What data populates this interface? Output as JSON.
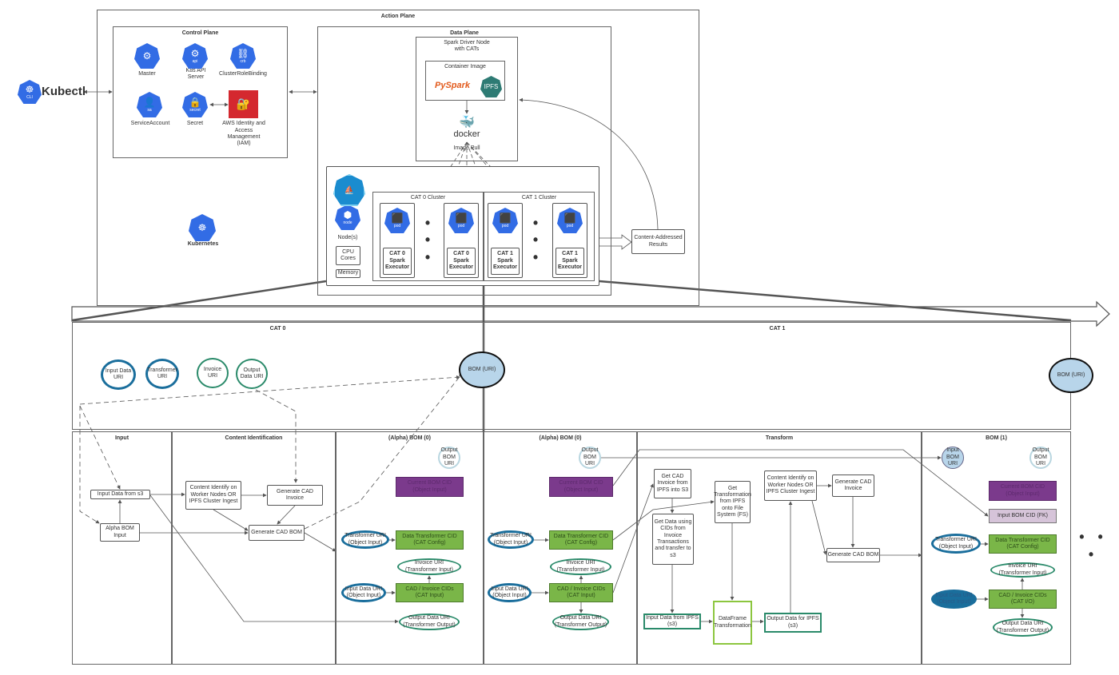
{
  "labels": {
    "kubectl": "Kubectl",
    "kubectl_badge": "CLI",
    "action_plane": "Action Plane",
    "control_plane": "Control Plane",
    "master": "Master",
    "api_server": "K8s API Server",
    "api_badge": "api",
    "crb": "ClusterRoleBinding",
    "crb_badge": "crb",
    "service_account": "ServiceAccount",
    "sa_badge": "sa",
    "secret": "Secret",
    "secret_badge": "secret",
    "iam": "AWS Identity and\nAccess\nManagement\n(IAM)",
    "kubernetes": "Kubernetes",
    "data_plane": "Data Plane",
    "spark_driver": "Spark Driver Node\nwith CATs",
    "container_image": "Container Image",
    "pyspark": "PySpark",
    "ipfs": "IPFS",
    "docker": "docker",
    "image_pull": "Image Pull",
    "nodes": "Node(s)",
    "node_badge": "node",
    "pod_badge": "pod",
    "cpu_cores": "CPU\nCores",
    "memory": "Memory",
    "cat0_cluster": "CAT 0  Cluster",
    "cat1_cluster": "CAT 1 Cluster",
    "exec_a": "CAT 0\nSpark\nExecutor",
    "exec_b": "CAT 0\nSpark\nExecutor",
    "exec_c": "CAT 1\nSpark\nExecutor",
    "exec_d": "CAT 1\nSpark\nExecutor",
    "content_addressed_results": "Content-Addressed\nResults",
    "cat0": "CAT 0",
    "cat1": "CAT 1",
    "c_input_data_uri": "Input Data\nURI",
    "c_transformer_uri": "Transformer\nURI",
    "c_invoice_uri": "Invoice URI",
    "c_output_data_uri": "Output\nData URI",
    "bom_uri_0": "BOM (URI)",
    "bom_uri_1": "BOM (URI)",
    "lane_input": "Input",
    "lane_content_id": "Content Identification",
    "lane_alpha_bom_a": "(Alpha) BOM (0)",
    "lane_alpha_bom_b": "(Alpha) BOM (0)",
    "lane_transform": "Transform",
    "lane_bom1": "BOM (1)",
    "input_from_s3": "Input Data from s3",
    "alpha_bom_input": "Alpha BOM\nInput",
    "content_identify_1": "Content Identify on\nWorker Nodes OR\nIPFS Cluster Ingest",
    "gen_cad_invoice_1": "Generate CAD\nInvoice",
    "gen_cad_bom_1": "Generate CAD BOM",
    "a_output_bom_uri": "Output\nBOM\nURI",
    "a_current_bom_cid": "Current BOM CID\n(Object Input)",
    "a_transformer_uri": "Transformer URI\n(Object Input)",
    "a_data_transformer_cid": "Data Transformer CID\n(CAT Config)",
    "a_invoice_uri": "Invoice URI\n(Transformer Input)",
    "a_input_data_uri": "Input Data URI\n(Object Input)",
    "a_cad_invoice_cids": "CAD / Invoice CIDs\n(CAT Input)",
    "a_output_data_uri": "Output Data URI\n(Transformer Output)",
    "b_output_bom_uri": "Output\nBOM\nURI",
    "b_current_bom_cid": "Current BOM CID\n(Object Input)",
    "b_transformer_uri": "Transformer URI\n(Object Input)",
    "b_data_transformer_cid": "Data Transformer CID\n(CAT Config)",
    "b_invoice_uri": "Invoice URI\n(Transformer Input)",
    "b_input_data_uri": "Input Data URI\n(Object Input)",
    "b_cad_invoice_cids": "CAD / Invoice CIDs\n(CAT Input)",
    "b_output_data_uri": "Output Data URI\n(Transformer Output)",
    "get_cad_invoice": "Get CAD\nInvoice from\nIPFS into S3",
    "get_data_cids": "Get Data using\nCIDs from\nInvoice\nTransactions\nand transfer to\ns3",
    "get_transformation": "Get\nTransformation\nfrom IPFS\nonto File\nSystem (FS)",
    "content_identify_2": "Content Identify on\nWorker Nodes OR\nIPFS Cluster Ingest",
    "gen_cad_invoice_2": "Generate CAD\nInvoice",
    "gen_cad_bom_2": "Generate CAD BOM",
    "input_from_ipfs": "Input Data from IPFS\n(s3)",
    "dataframe_transformation": "DataFrame\nTransformation",
    "output_for_ipfs": "Output Data for IPFS\n(s3)",
    "c_input_bom_uri": "Input\nBOM\nURI",
    "c_output_bom_uri": "Output\nBOM\nURI",
    "c_current_bom_cid": "Current BOM CID\n(Object Input)",
    "c_input_bom_cid_fk": "Input BOM CID (FK)",
    "c_transformer_uri2": "Transformer URI\n(Object Input)",
    "c_data_transformer_cid": "Data Transformer CID\n(CAT Config)",
    "c_invoice_uri2": "Invoice URI\n(Transformer Input)",
    "c_input_data_uri2": "Input Data URI\n(Object Input)",
    "c_cad_invoice_cids": "CAD / Invoice CIDs\n(CAT I/O)",
    "c_output_data_uri2": "Output Data URI\n(Transformer Output)",
    "ellipsis_pods_0": "• • •",
    "ellipsis_pods_1": "• • •",
    "ellipsis_more": "• • •"
  },
  "colors": {
    "kubernetes_blue": "#326ce5",
    "config_green": "#7ab648",
    "bom_purple": "#7b3a8c",
    "uri_blue": "#1a6e9c",
    "uri_teal": "#2a8a6a",
    "iam_red": "#d4282f",
    "bom_uri_fill": "#b8d5ea"
  },
  "icons": [
    "kubectl-icon",
    "master-icon",
    "api-server-icon",
    "cluster-role-binding-icon",
    "service-account-icon",
    "secret-icon",
    "aws-iam-icon",
    "kubernetes-icon",
    "pyspark-logo",
    "ipfs-icon",
    "docker-icon",
    "node-icon",
    "pod-icon"
  ]
}
